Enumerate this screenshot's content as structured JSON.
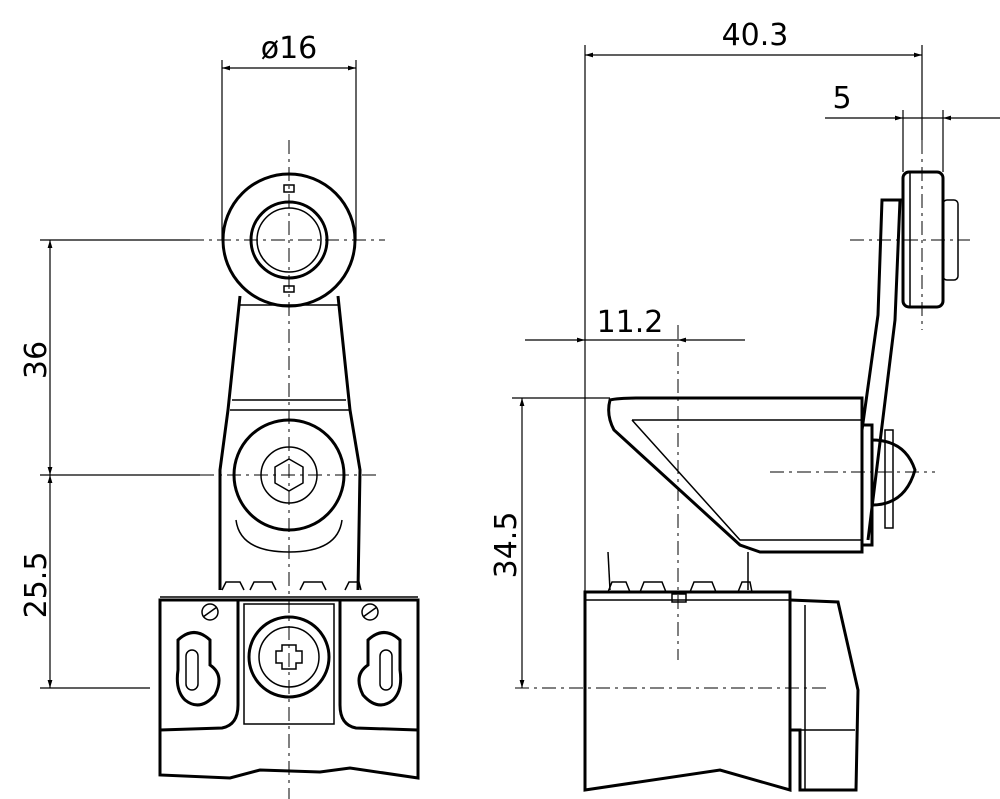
{
  "title": "Roller lever switch dimension drawing",
  "dimensions": {
    "roller_diameter": "ø16",
    "height_upper": "36",
    "height_lower": "25.5",
    "overall_width": "40.3",
    "roller_width": "5",
    "pivot_offset": "11.2",
    "pivot_height": "34.5"
  },
  "colors": {
    "line": "#000000",
    "background": "#ffffff"
  }
}
